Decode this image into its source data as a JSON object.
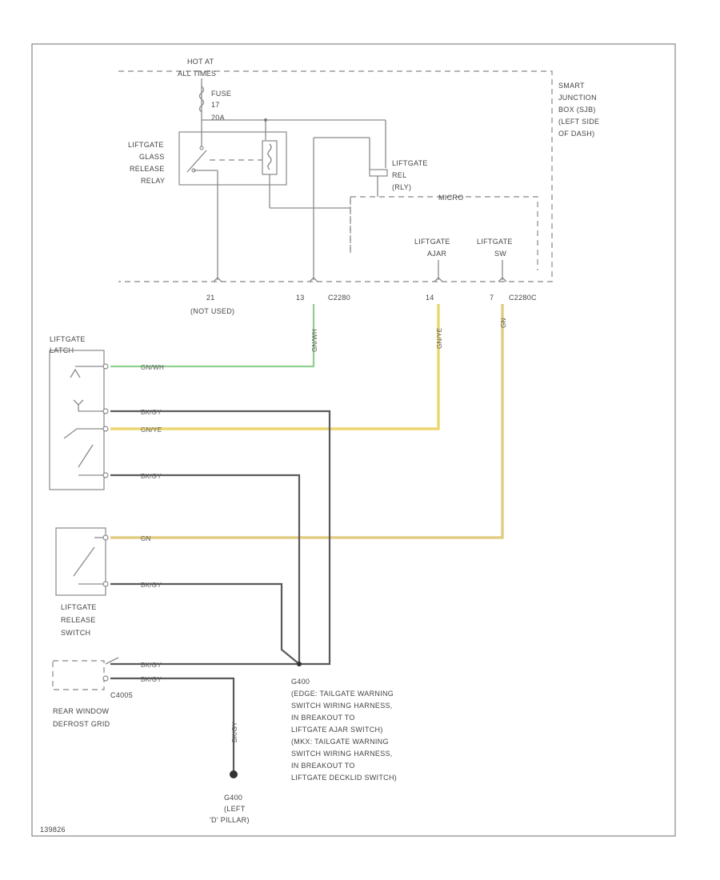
{
  "diagram": {
    "hot_at": "HOT AT",
    "all_times": "ALL TIMES",
    "fuse": [
      "FUSE",
      "17",
      "20A"
    ],
    "sjb": [
      "SMART",
      "JUNCTION",
      "BOX (SJB)",
      "(LEFT SIDE",
      "OF DASH)"
    ],
    "relay": [
      "LIFTGATE",
      "GLASS",
      "RELEASE",
      "RELAY"
    ],
    "lg_rel": [
      "LIFTGATE",
      "REL",
      "(RLY)"
    ],
    "micro": "MICRO",
    "ajar": [
      "LIFTGATE",
      "AJAR"
    ],
    "sw": [
      "LIFTGATE",
      "SW"
    ],
    "pins": {
      "p21": "21",
      "not_used": "(NOT USED)",
      "p13": "13",
      "c2280": "C2280",
      "p14": "14",
      "p7": "7",
      "c2280c": "C2280C"
    },
    "latch": [
      "LIFTGATE",
      "LATCH"
    ],
    "release_switch": [
      "LIFTGATE",
      "RELEASE",
      "SWITCH"
    ],
    "defrost": [
      "REAR WINDOW",
      "DEFROST GRID"
    ],
    "c4005": "C4005",
    "g400": "G400",
    "splice_note": [
      "(EDGE: TAILGATE WARNING",
      "SWITCH WIRING HARNESS,",
      "IN BREAKOUT TO",
      "LIFTGATE AJAR SWITCH)",
      "(MKX: TAILGATE WARNING",
      "SWITCH WIRING HARNESS,",
      "IN BREAKOUT TO",
      "LIFTGATE DECKLID SWITCH)"
    ],
    "g400_label": "G400",
    "g400_loc": [
      "(LEFT",
      "'D' PILLAR)"
    ],
    "footer": "139826"
  },
  "wires": {
    "gn_wh_v": "GN/WH",
    "gn_wh_h": "GN/WH",
    "gn_ye_v": "GN/YE",
    "gn_ye_h": "GN/YE",
    "gn_v": "GN",
    "gn_h": "GN",
    "bk_gy_1": "BK/GY",
    "bk_gy_2": "BK/GY",
    "bk_gy_3": "BK/GY",
    "bk_gy_4": "BK/GY",
    "bk_gy_5": "BK/GY",
    "bk_gy_v": "BK/GY"
  },
  "colors": {
    "green_wire": "#8fd08f",
    "yellow_wire": "#e2c23a",
    "gn_wire": "#d2b451",
    "black_wire": "#5a5a5a"
  }
}
